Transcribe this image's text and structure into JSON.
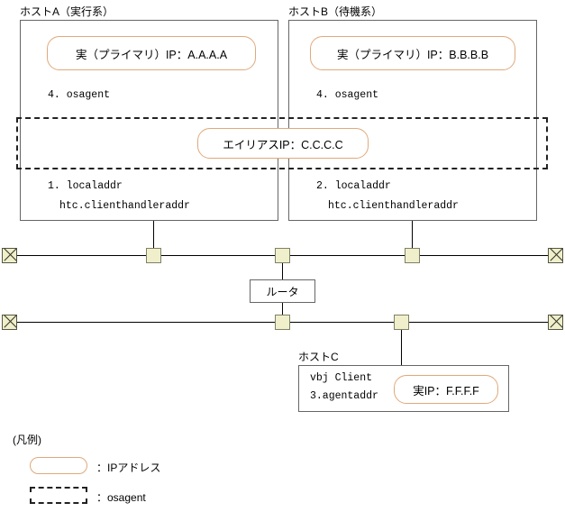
{
  "diagram": {
    "title_note": "",
    "colors": {
      "ip_border": "#e0a97b",
      "box_border": "#666666",
      "osagent_border": "#222222",
      "tap_fill": "#efefcb",
      "line": "#000000"
    }
  },
  "hosts": [
    {
      "id": "host-a",
      "label": "ホストA（実行系）",
      "ip_box": "実（プライマリ）IP：A.A.A.A",
      "osagent_line": "4. osagent",
      "local_lines": [
        "1. localaddr",
        "htc.clienthandleraddr"
      ]
    },
    {
      "id": "host-b",
      "label": "ホストB（待機系）",
      "ip_box": "実（プライマリ）IP：B.B.B.B",
      "osagent_line": "4. osagent",
      "local_lines": [
        "2. localaddr",
        "htc.clienthandleraddr"
      ]
    }
  ],
  "alias": {
    "ip_box": "エイリアスIP：C.C.C.C"
  },
  "host_c": {
    "label": "ホストC",
    "lines": [
      "vbj Client",
      "3.agentaddr"
    ],
    "ip_box": "実IP：F.F.F.F"
  },
  "router": {
    "label": "ルータ"
  },
  "legend": {
    "title": "(凡例)",
    "items": [
      {
        "shape": "rounded",
        "text": "：IPアドレス"
      },
      {
        "shape": "dashed",
        "text": "：osagent"
      }
    ]
  }
}
